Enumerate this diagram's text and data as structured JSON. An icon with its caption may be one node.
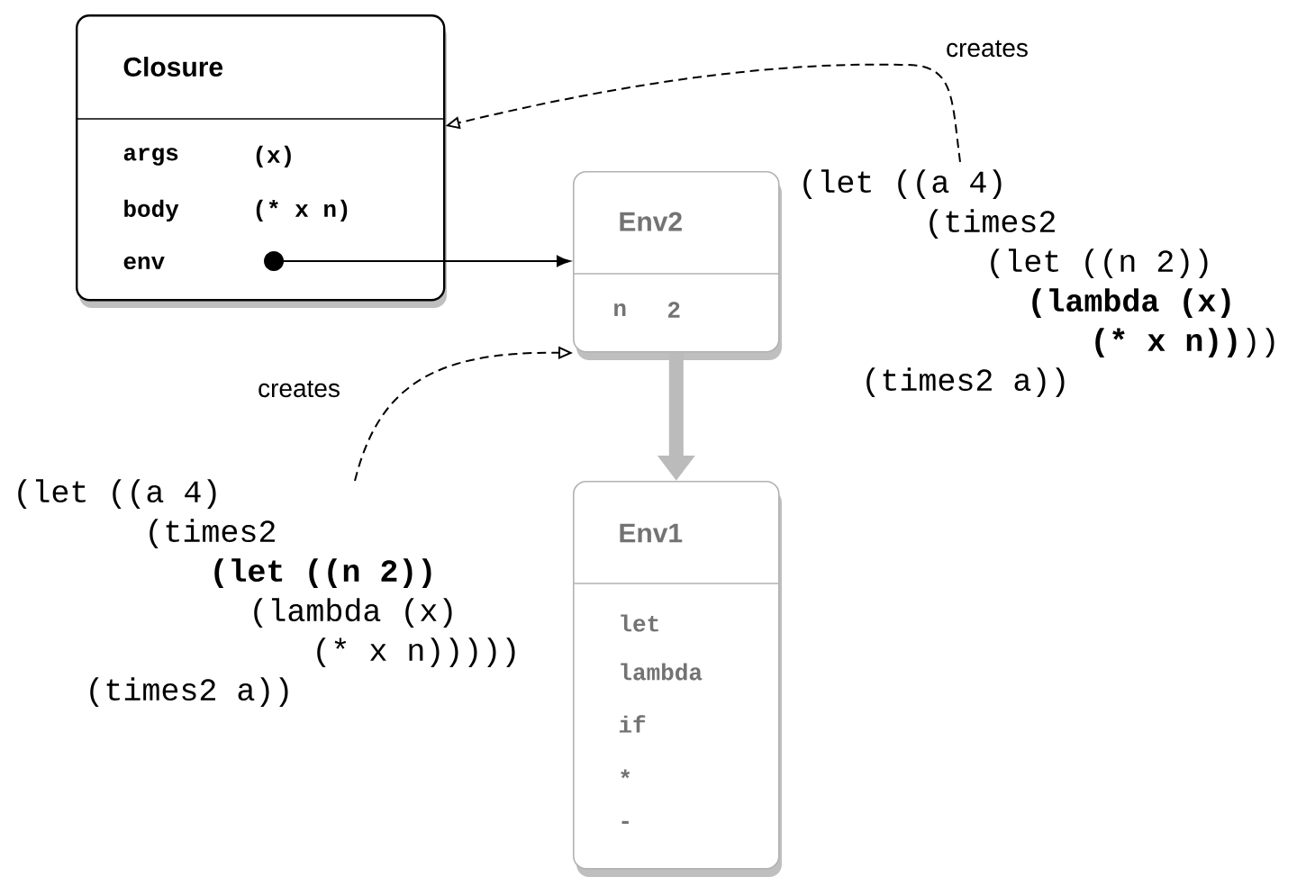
{
  "diagram": {
    "nodes": [
      {
        "text": [
          "Closure",
          "args",
          "(x)",
          "body",
          "(* x n)",
          "env"
        ]
      },
      {
        "text": [
          "Env2",
          "n",
          "2"
        ]
      },
      {
        "text": [
          "Env1",
          "let",
          "lambda",
          "if",
          "*",
          "-"
        ]
      },
      {
        "text": [
          "(let ((a 4)",
          "(times2",
          "(let ((n 2))",
          "**(lambda (x)**",
          "**(* x n))**))",
          "(times2 a))"
        ]
      },
      {
        "text": [
          "(let ((a 4)",
          "(times2",
          "**(let ((n 2))**",
          "(lambda (x)",
          "(* x n)))))",
          "(times2 a))"
        ]
      }
    ],
    "edges": [
      {
        "from": 0,
        "to": 1,
        "arrow": "to"
      },
      {
        "from": 1,
        "to": 2,
        "arrow": "to",
        "style": "thick",
        "color": "#bbbbbb"
      },
      {
        "from": 3,
        "to": 0,
        "arrow": "to",
        "style": "dashed",
        "label": "creates"
      },
      {
        "from": 4,
        "to": 1,
        "arrow": "to",
        "style": "dashed",
        "label": "creates"
      }
    ]
  }
}
